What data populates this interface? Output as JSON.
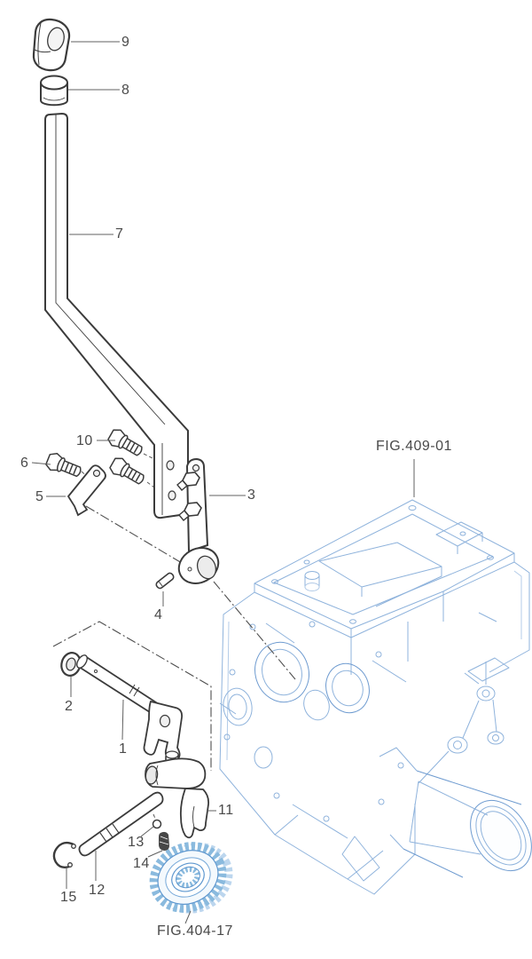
{
  "diagram": {
    "background_color": "#ffffff",
    "part_line_color": "#3b3b3b",
    "reference_line_color": "#8fb3dc",
    "gear_line_color": "#5e97cf",
    "label_color": "#4a4a4a",
    "callouts": [
      {
        "label": "1"
      },
      {
        "label": "2"
      },
      {
        "label": "3"
      },
      {
        "label": "4"
      },
      {
        "label": "5"
      },
      {
        "label": "6"
      },
      {
        "label": "7"
      },
      {
        "label": "8"
      },
      {
        "label": "9"
      },
      {
        "label": "10"
      },
      {
        "label": "11"
      },
      {
        "label": "12"
      },
      {
        "label": "13"
      },
      {
        "label": "14"
      },
      {
        "label": "15"
      }
    ],
    "figure_refs": [
      {
        "label": "FIG.409-01"
      },
      {
        "label": "FIG.404-17"
      }
    ]
  }
}
